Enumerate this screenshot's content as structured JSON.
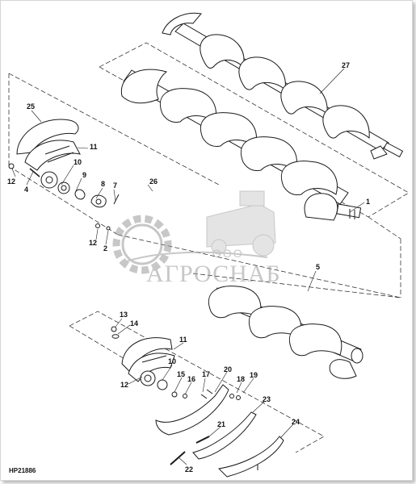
{
  "callouts": {
    "c1": "1",
    "c2": "2",
    "c4": "4",
    "c5": "5",
    "c7": "7",
    "c8": "8",
    "c9": "9",
    "c10a": "10",
    "c10b": "10",
    "c11a": "11",
    "c11b": "11",
    "c12a": "12",
    "c12b": "12",
    "c12c": "12",
    "c13": "13",
    "c14": "14",
    "c15": "15",
    "c16": "16",
    "c17": "17",
    "c18": "18",
    "c19": "19",
    "c20": "20",
    "c21": "21",
    "c22": "22",
    "c23": "23",
    "c24": "24",
    "c25": "25",
    "c26": "26",
    "c27": "27"
  },
  "figure_code": "HP21886",
  "watermark": {
    "company_prefix": "ООО",
    "company_name": "АГРОСНАБ"
  },
  "colors": {
    "line": "#1a1a1a",
    "watermark": "#9b9b9b",
    "background": "#ffffff"
  }
}
